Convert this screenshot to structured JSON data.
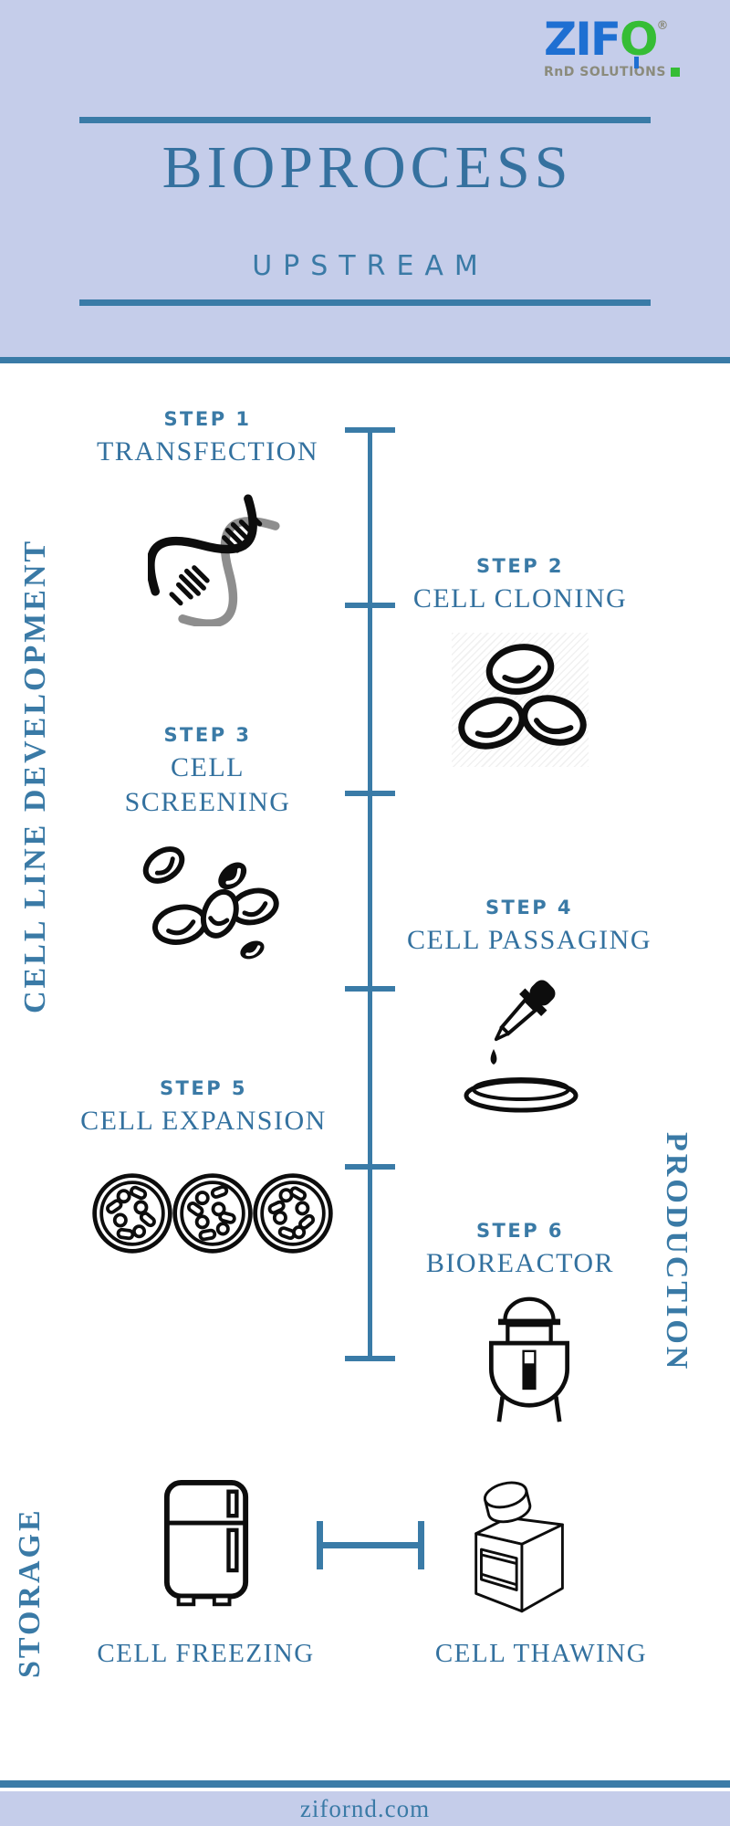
{
  "logo": {
    "brand_zif": "ZIF",
    "brand_o": "O",
    "registered": "®",
    "subtitle": "RnD SOLUTIONS"
  },
  "header": {
    "title": "BIOPROCESS",
    "subtitle": "UPSTREAM"
  },
  "side_labels": {
    "left": "CELL LINE DEVELOPMENT",
    "right": "PRODUCTION",
    "storage": "STORAGE"
  },
  "steps": [
    {
      "step": "STEP 1",
      "title": "TRANSFECTION",
      "icon": "dna-helix-icon"
    },
    {
      "step": "STEP 2",
      "title": "CELL CLONING",
      "icon": "cells-icon"
    },
    {
      "step": "STEP 3",
      "title": "CELL SCREENING",
      "icon": "scattered-cells-icon"
    },
    {
      "step": "STEP 4",
      "title": "CELL PASSAGING",
      "icon": "dropper-petri-dish-icon"
    },
    {
      "step": "STEP 5",
      "title": "CELL EXPANSION",
      "icon": "petri-dish-colonies-icon"
    },
    {
      "step": "STEP 6",
      "title": "BIOREACTOR",
      "icon": "bioreactor-icon"
    }
  ],
  "storage": {
    "freezing_label": "CELL FREEZING",
    "thawing_label": "CELL THAWING"
  },
  "footer": {
    "url": "zifornd.com"
  },
  "colors": {
    "accent_blue": "#3a7ba7",
    "title_blue": "#33719f",
    "lavender": "#c5cdea",
    "logo_blue": "#1e6fd2",
    "logo_green": "#35bd35",
    "logo_gray": "#8b8b7c",
    "icon_black": "#0d0d0d"
  }
}
